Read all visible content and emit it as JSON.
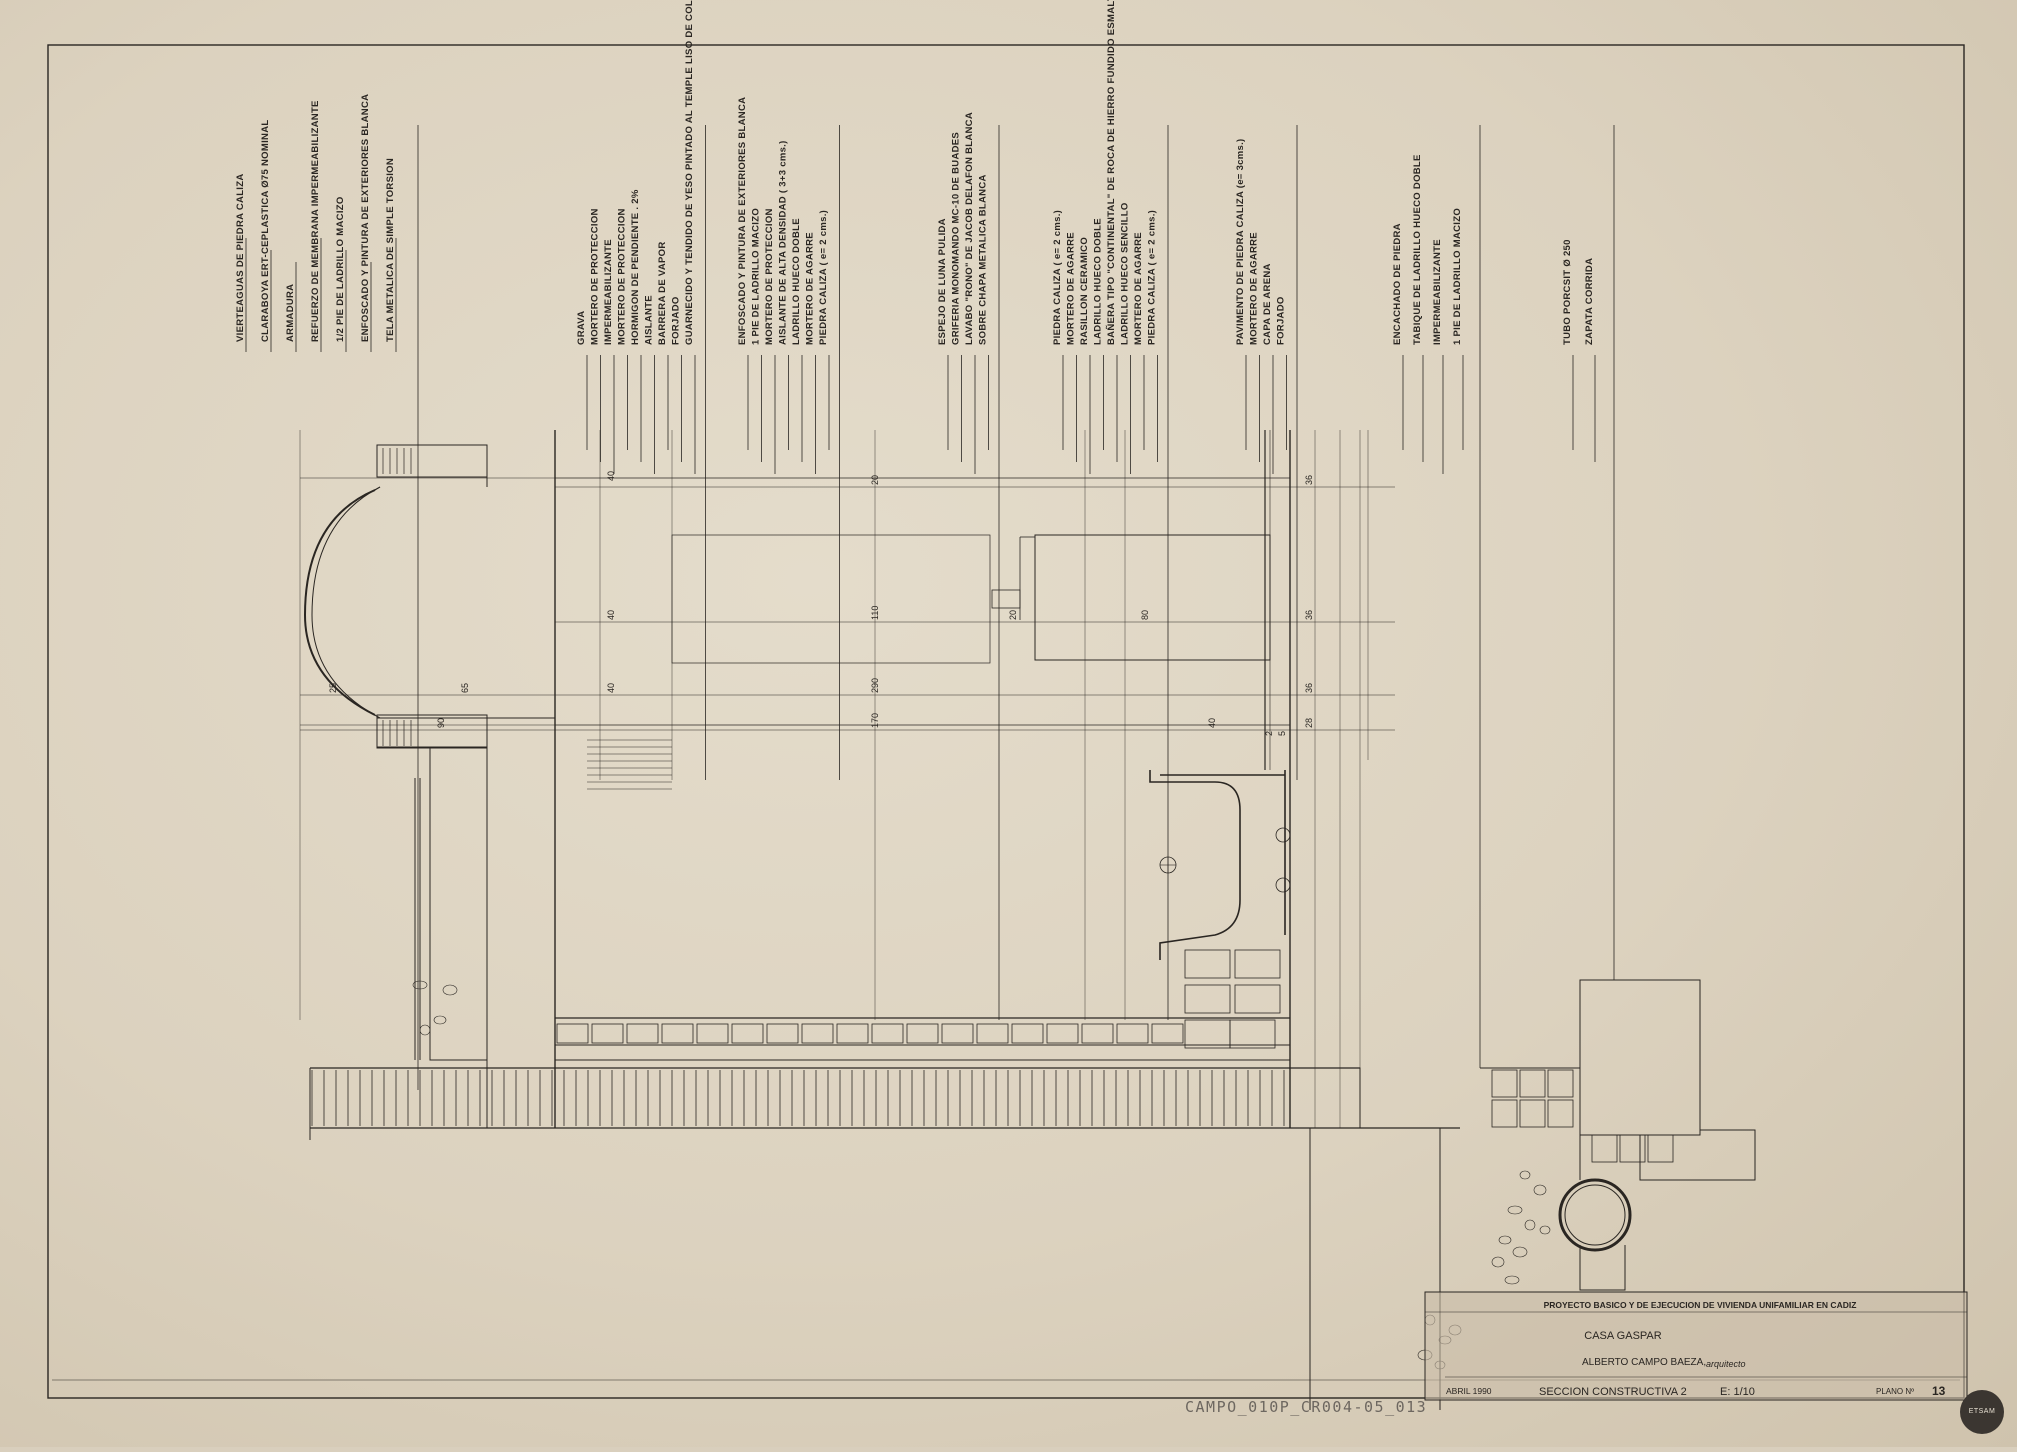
{
  "labels": {
    "g1": [
      "VIERTEAGUAS DE PIEDRA CALIZA",
      "CLARABOYA ERT-CEPLASTICA Ø75 NOMINAL",
      "ARMADURA",
      "REFUERZO DE MEMBRANA IMPERMEABILIZANTE",
      "1/2 PIE DE LADRILLO MACIZO",
      "ENFOSCADO Y PINTURA DE EXTERIORES BLANCA",
      "TELA METALICA DE SIMPLE TORSION"
    ],
    "g2": [
      "GRAVA",
      "MORTERO DE PROTECCION",
      "IMPERMEABILIZANTE",
      "MORTERO DE PROTECCION",
      "HORMIGON DE PENDIENTE . 2%",
      "AISLANTE",
      "BARRERA DE VAPOR",
      "FORJADO",
      "GUARNECIDO Y TENDIDO DE YESO PINTADO AL TEMPLE LISO DE COLOR BLANCO"
    ],
    "g3": [
      "ENFOSCADO Y PINTURA DE EXTERIORES BLANCA",
      "1 PIE DE LADRILLO MACIZO",
      "MORTERO DE PROTECCION",
      "AISLANTE DE ALTA DENSIDAD ( 3+3 cms.)",
      "LADRILLO HUECO DOBLE",
      "MORTERO DE AGARRE",
      "PIEDRA CALIZA ( e= 2 cms.)"
    ],
    "g4": [
      "ESPEJO DE LUNA PULIDA",
      "GRIFERIA MONOMANDO MC-10 DE BUADES",
      "LAVABO \"RONO\" DE JACOB DELAFON BLANCA",
      "SOBRE CHAPA METALICA BLANCA"
    ],
    "g5": [
      "PIEDRA CALIZA ( e= 2 cms.)",
      "MORTERO DE AGARRE",
      "RASILLON CERAMICO",
      "LADRILLO HUECO DOBLE",
      "BAÑERA TIPO \"CONTINENTAL\" DE ROCA DE HIERRO FUNDIDO ESMALTADO EN BLANCO",
      "LADRILLO HUECO SENCILLO",
      "MORTERO DE AGARRE",
      "PIEDRA CALIZA ( e= 2 cms.)"
    ],
    "g6": [
      "PAVIMENTO DE PIEDRA CALIZA (e= 3cms.)",
      "MORTERO DE AGARRE",
      "CAPA DE ARENA",
      "FORJADO"
    ],
    "g7": [
      "ENCACHADO DE PIEDRA",
      "TABIQUE DE LADRILLO HUECO DOBLE",
      "IMPERMEABILIZANTE",
      "1 PIE DE LADRILLO MACIZO"
    ],
    "g8": [
      "TUBO PORCSIT Ø 250",
      "ZAPATA CORRIDA"
    ]
  },
  "dims": {
    "d40a": "40",
    "d20": "20",
    "d36a": "36",
    "d40b": "40",
    "d110": "110",
    "d20b": "20",
    "d80": "80",
    "d36b": "36",
    "d25": "25",
    "d65": "65",
    "d40c": "40",
    "d290": "290",
    "d36c": "36",
    "d90": "90",
    "d170": "170",
    "d40d": "40",
    "d2": "2",
    "d5": "5",
    "d28": "28"
  },
  "title_block": {
    "project_line": "PROYECTO BASICO Y DE EJECUCION DE VIVIENDA UNIFAMILIAR EN CADIZ",
    "house": "CASA GASPAR",
    "architect": "ALBERTO CAMPO BAEZA,",
    "architect_role": "arquitecto",
    "date": "ABRIL 1990",
    "drawing_title": "SECCION CONSTRUCTIVA 2",
    "scale": "E: 1/10",
    "sheet_label": "PLANO Nº",
    "sheet_number": "13"
  },
  "archive_code": "CAMPO_010P_CR004-05_013",
  "stamp_text": "ETSAM",
  "colors": {
    "paper": "#dcd2bf",
    "ink": "#2a2622",
    "title_fill": "#c9bda9"
  }
}
